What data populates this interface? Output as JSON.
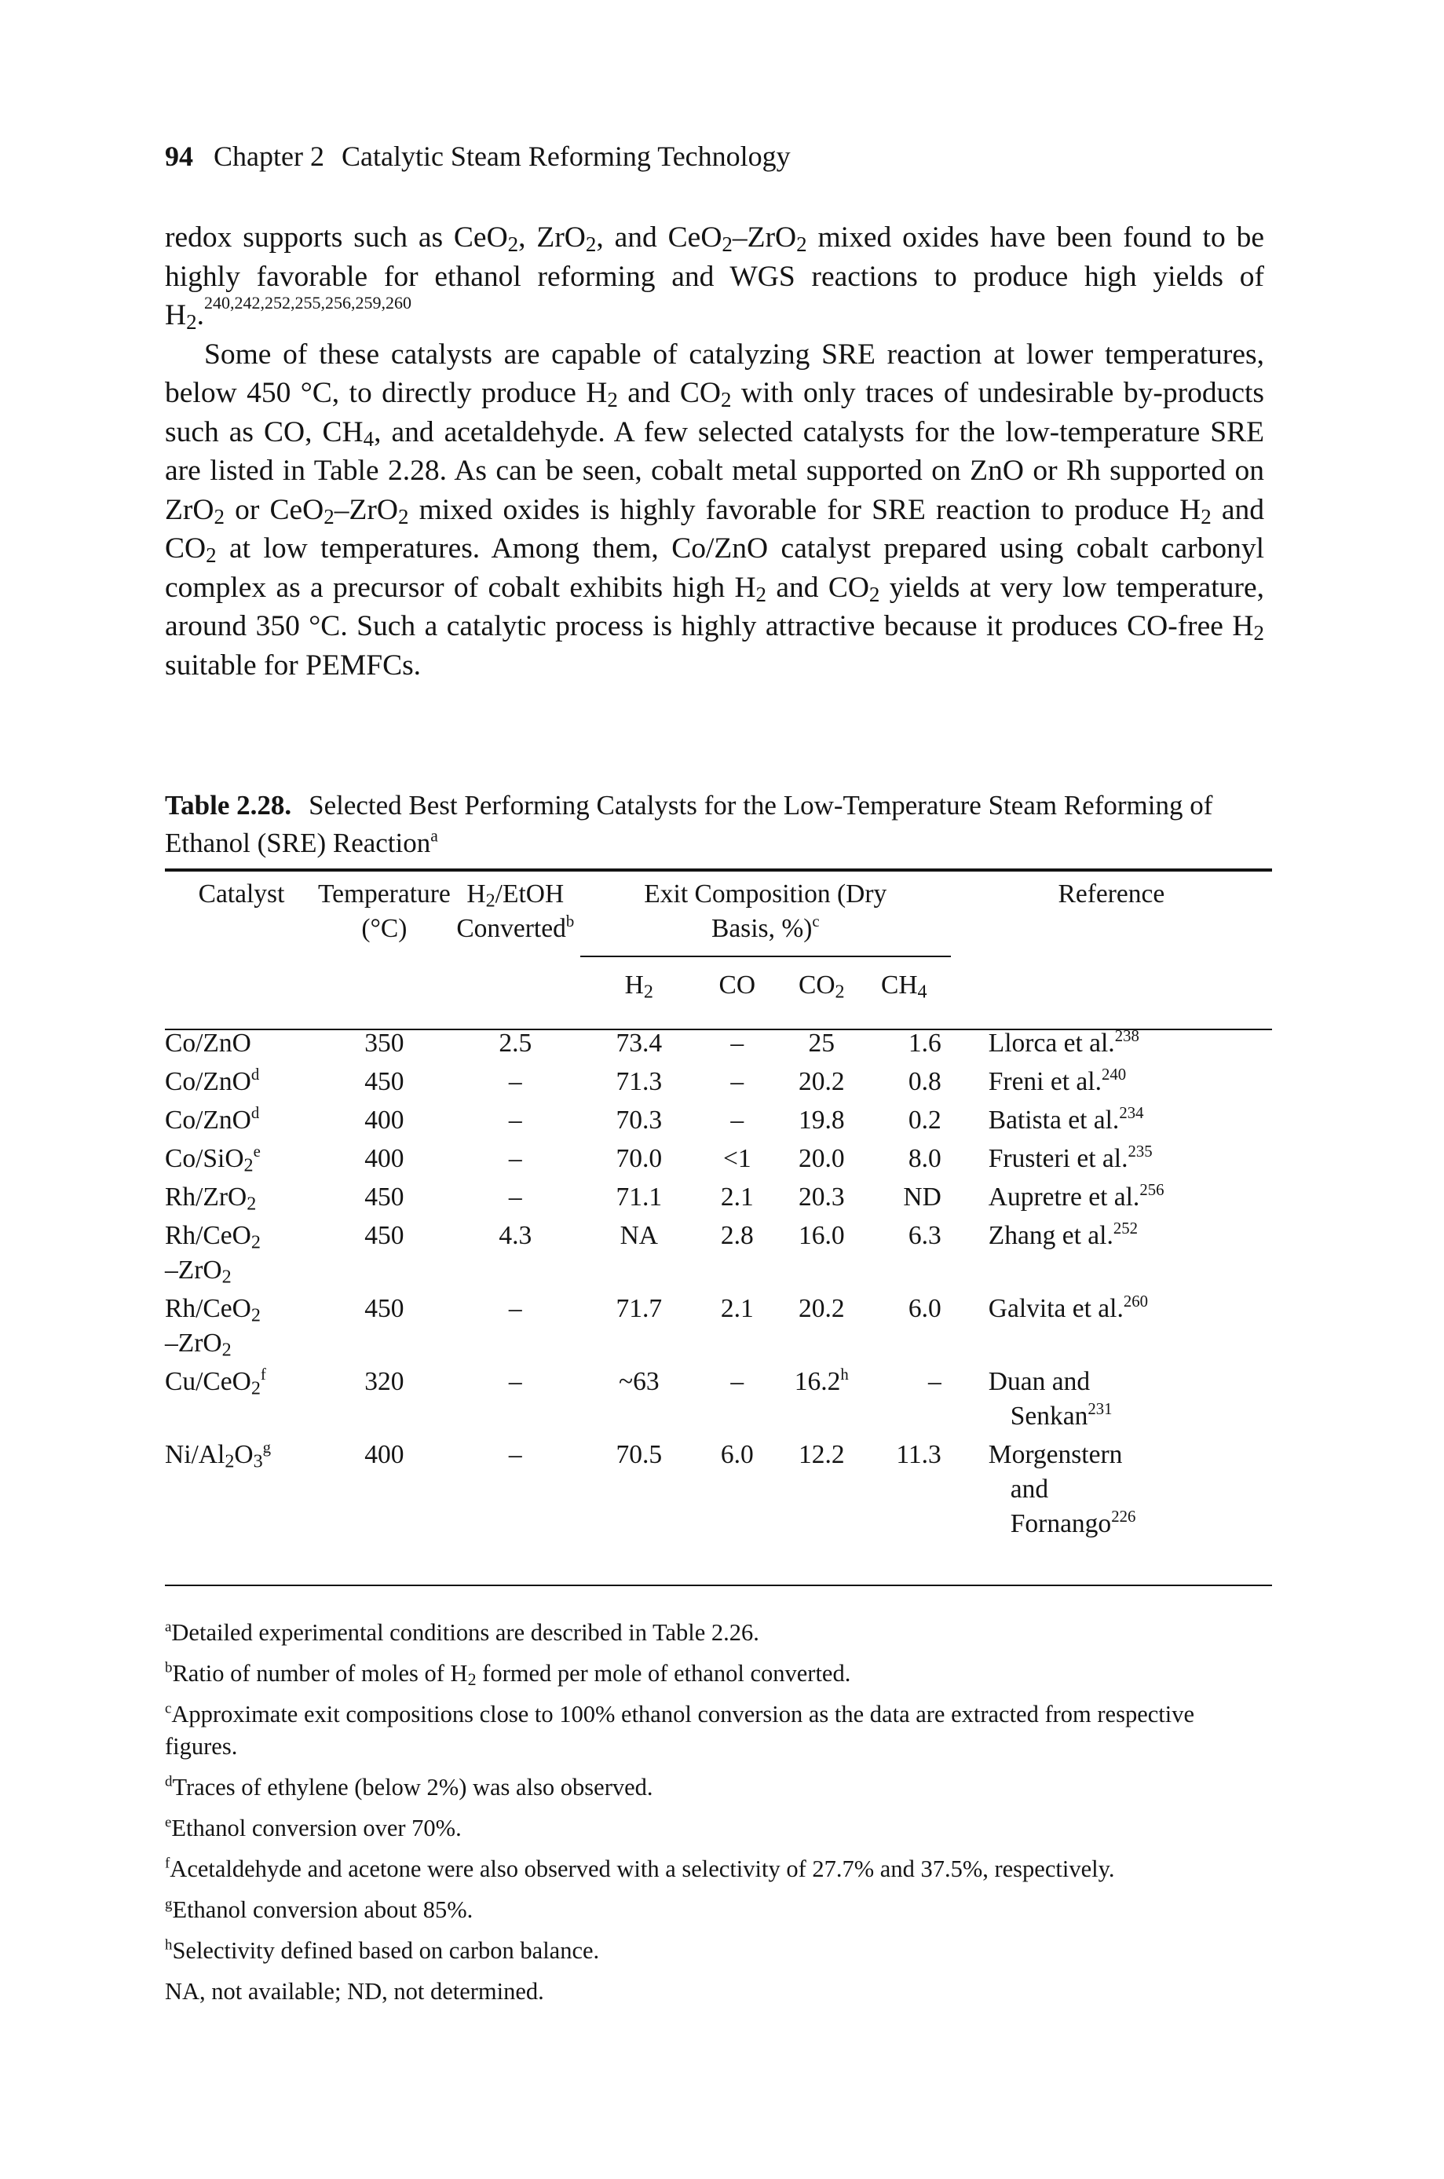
{
  "header": {
    "page_number": "94",
    "chapter": "Chapter 2",
    "chapter_title": "Catalytic Steam Reforming Technology"
  },
  "para1": {
    "t1": "redox supports such as CeO",
    "s1": "2",
    "t2": ", ZrO",
    "s2": "2",
    "t3": ", and CeO",
    "s3": "2",
    "t4": "–ZrO",
    "s4": "2",
    "t5": " mixed oxides have been found to be highly favorable for ethanol reforming and WGS reactions to produce high yields of H",
    "s5": "2",
    "t6": ".",
    "refs": "240,242,252,255,256,259,260"
  },
  "para2": {
    "t1": "Some of these catalysts are capable of catalyzing SRE reaction at lower temperatures, below 450 °C, to directly produce H",
    "s1": "2",
    "t2": " and CO",
    "s2": "2",
    "t3": " with only traces of undesirable by-products such as CO, CH",
    "s3": "4",
    "t4": ", and acetaldehyde. A few selected catalysts for the low-temperature SRE are listed in Table 2.28. As can be seen, cobalt metal supported on ZnO or Rh supported on ZrO",
    "s4": "2",
    "t5": " or CeO",
    "s5": "2",
    "t6": "–ZrO",
    "s6": "2",
    "t7": " mixed oxides is highly favorable for SRE reaction to produce H",
    "s7": "2",
    "t8": " and CO",
    "s8": "2",
    "t9": " at low temperatures. Among them, Co/ZnO catalyst prepared using cobalt carbonyl complex as a precursor of cobalt exhibits high H",
    "s9": "2",
    "t10": " and CO",
    "s10": "2",
    "t11": " yields at very low temperature, around 350 °C. Such a catalytic process is highly attractive because it produces CO-free H",
    "s11": "2",
    "t12": " suitable for PEMFCs."
  },
  "table": {
    "label": "Table 2.28.",
    "caption_pre": "Selected Best Performing Catalysts for the Low-Temperature Steam Reforming of Ethanol (SRE) Reaction",
    "caption_mark": "a",
    "headers": {
      "catalyst": "Catalyst",
      "temp_1": "Temperature",
      "temp_2": "(°C)",
      "conv_1a": "H",
      "conv_1sub": "2",
      "conv_1b": "/EtOH",
      "conv_2": "Converted",
      "conv_2mark": "b",
      "exit_1": "Exit Composition (Dry",
      "exit_2": "Basis, %)",
      "exit_mark": "c",
      "reference": "Reference",
      "h2": "H",
      "h2_sub": "2",
      "co": "CO",
      "co2": "CO",
      "co2_sub": "2",
      "ch4": "CH",
      "ch4_sub": "4"
    },
    "rows": [
      {
        "cat_a": "Co/ZnO",
        "temp": "350",
        "conv": "2.5",
        "h2": "73.4",
        "co": "–",
        "co2": "25",
        "ch4": "1.6",
        "ref": "Llorca et al.",
        "ref_num": "238"
      },
      {
        "cat_a": "Co/ZnO",
        "cat_sup": "d",
        "temp": "450",
        "conv": "–",
        "h2": "71.3",
        "co": "–",
        "co2": "20.2",
        "ch4": "0.8",
        "ref": "Freni et al.",
        "ref_num": "240"
      },
      {
        "cat_a": "Co/ZnO",
        "cat_sup": "d",
        "temp": "400",
        "conv": "–",
        "h2": "70.3",
        "co": "–",
        "co2": "19.8",
        "ch4": "0.2",
        "ref": "Batista et al.",
        "ref_num": "234"
      },
      {
        "cat_a": "Co/SiO",
        "cat_sub": "2",
        "cat_sup": "e",
        "temp": "400",
        "conv": "–",
        "h2": "70.0",
        "co": "<1",
        "co2": "20.0",
        "ch4": "8.0",
        "ref": "Frusteri et al.",
        "ref_num": "235"
      },
      {
        "cat_a": "Rh/ZrO",
        "cat_sub": "2",
        "temp": "450",
        "conv": "–",
        "h2": "71.1",
        "co": "2.1",
        "co2": "20.3",
        "ch4": "ND",
        "ref": "Aupretre et al.",
        "ref_num": "256"
      },
      {
        "cat_a": "Rh/CeO",
        "cat_sub": "2",
        "cat_b": "–ZrO",
        "cat_b_sub": "2",
        "temp": "450",
        "conv": "4.3",
        "h2": "NA",
        "co": "2.8",
        "co2": "16.0",
        "ch4": "6.3",
        "ref": "Zhang et al.",
        "ref_num": "252"
      },
      {
        "cat_a": "Rh/CeO",
        "cat_sub": "2",
        "cat_b": "–ZrO",
        "cat_b_sub": "2",
        "temp": "450",
        "conv": "–",
        "h2": "71.7",
        "co": "2.1",
        "co2": "20.2",
        "ch4": "6.0",
        "ref": "Galvita et al.",
        "ref_num": "260"
      },
      {
        "cat_a": "Cu/CeO",
        "cat_sub": "2",
        "cat_sup": "f",
        "temp": "320",
        "conv": "–",
        "h2": "~63",
        "co": "–",
        "co2": "16.2",
        "co2_sup": "h",
        "ch4": "–",
        "ref": "Duan and",
        "ref2": "Senkan",
        "ref_num": "231"
      },
      {
        "cat_a": "Ni/Al",
        "cat_sub": "2",
        "cat_a2": "O",
        "cat_sub2": "3",
        "cat_sup": "g",
        "temp": "400",
        "conv": "–",
        "h2": "70.5",
        "co": "6.0",
        "co2": "12.2",
        "ch4": "11.3",
        "ref": "Morgenstern",
        "ref2": "and",
        "ref3": "Fornango",
        "ref_num": "226"
      }
    ]
  },
  "footnotes": {
    "a": {
      "mark": "a",
      "text": "Detailed experimental conditions are described in Table 2.26."
    },
    "b": {
      "mark": "b",
      "pre": "Ratio of number of moles of H",
      "sub": "2",
      "post": " formed per mole of ethanol converted."
    },
    "c": {
      "mark": "c",
      "text": "Approximate exit compositions close to 100% ethanol conversion as the data are extracted from respective figures."
    },
    "d": {
      "mark": "d",
      "text": "Traces of ethylene (below 2%) was also observed."
    },
    "e": {
      "mark": "e",
      "text": "Ethanol conversion over 70%."
    },
    "f": {
      "mark": "f",
      "text": "Acetaldehyde and acetone were also observed with a selectivity of 27.7% and 37.5%, respectively."
    },
    "g": {
      "mark": "g",
      "text": "Ethanol conversion about 85%."
    },
    "h": {
      "mark": "h",
      "text": "Selectivity defined based on carbon balance."
    },
    "na": {
      "text": "NA, not available; ND, not determined."
    }
  }
}
